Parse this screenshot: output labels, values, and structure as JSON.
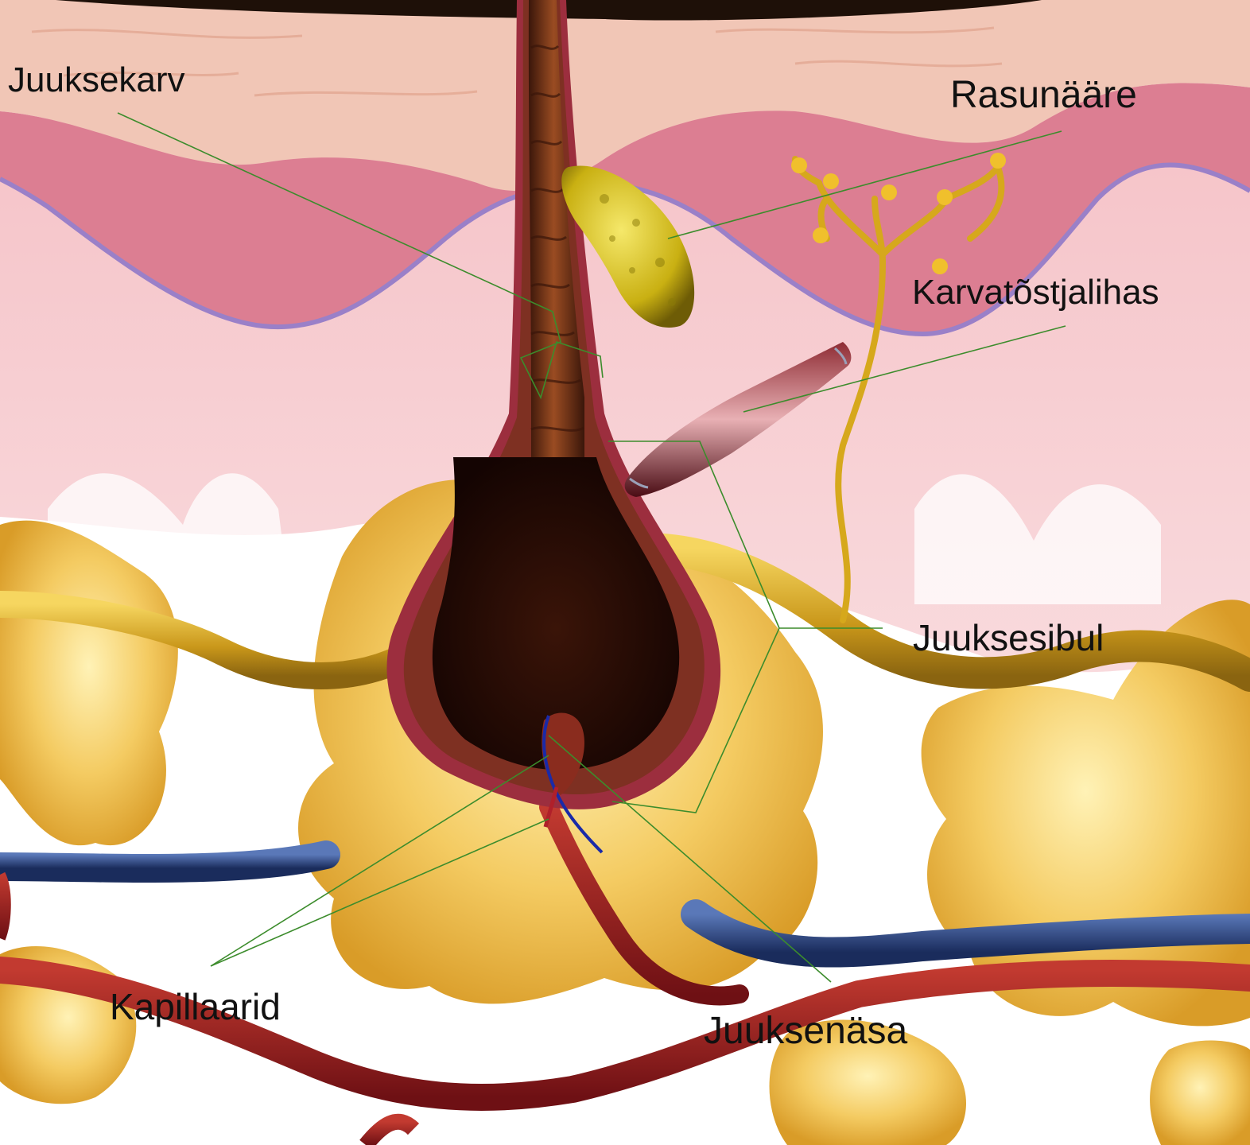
{
  "labels": {
    "hair_shaft": "Juuksekarv",
    "sebaceous_gland": "Rasunääre",
    "arrector_pili": "Karvatõstjalihas",
    "hair_bulb": "Juuksesibul",
    "capillaries": "Kapillaarid",
    "hair_papilla": "Juuksenäsa"
  },
  "colors": {
    "epidermis": "#f1c6b6",
    "dermis_top": "#dc7e92",
    "dermis": "#f4c0c4",
    "basement_line": "#9a80c8",
    "fat": "#f1c35a",
    "nerve": "#d9aa22",
    "artery": "#9b1d1e",
    "vein": "#2c4a86",
    "hair": "#6e3318",
    "follicle": "#9c2e3e",
    "gland": "#e0cc1c",
    "muscle": "#6a1c24",
    "leader": "#3c8c2c"
  }
}
